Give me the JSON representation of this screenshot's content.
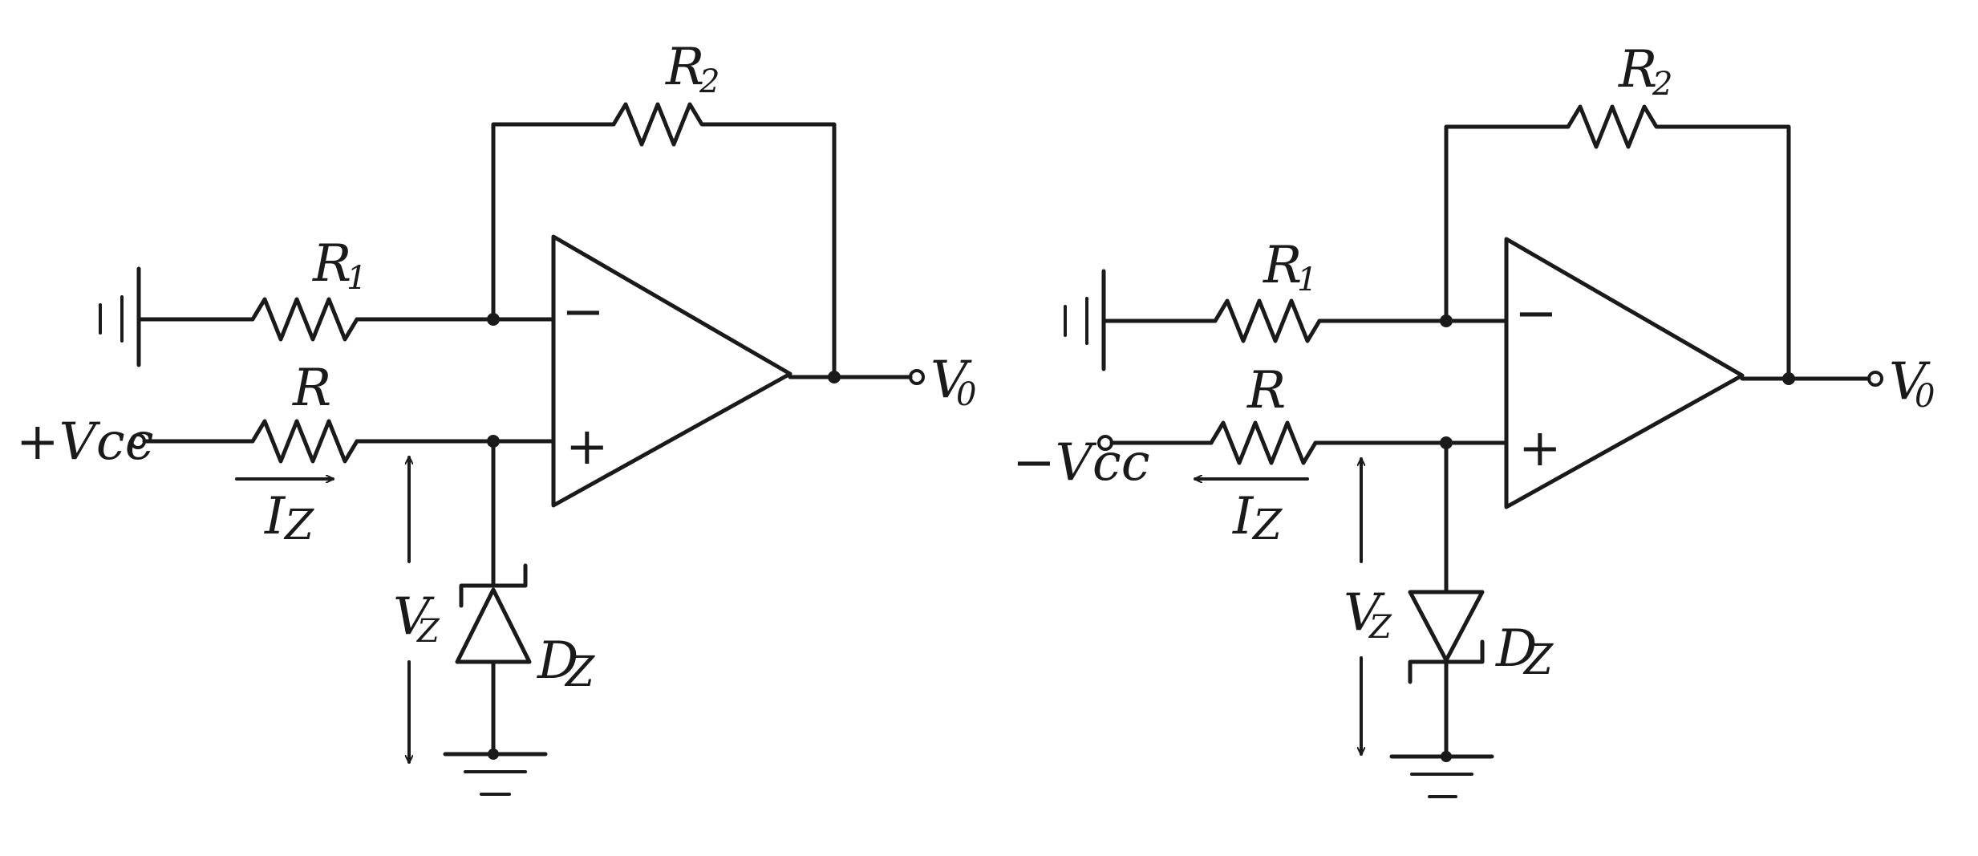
{
  "colors": {
    "ink": "#1a1a1a",
    "paper": "#ffffff"
  },
  "circuits": [
    {
      "id": "positive",
      "labels": {
        "r2": "R",
        "r2_sub": "2",
        "r1": "R",
        "r1_sub": "1",
        "r": "R",
        "supply": "+Vcc",
        "iz": "I",
        "iz_sub": "Z",
        "vz": "V",
        "vz_sub": "Z",
        "dz": "D",
        "dz_sub": "Z",
        "vo": "V",
        "vo_sub": "0",
        "minus": "−",
        "plus": "+"
      }
    },
    {
      "id": "negative",
      "labels": {
        "r2": "R",
        "r2_sub": "2",
        "r1": "R",
        "r1_sub": "1",
        "r": "R",
        "supply": "−Vcc",
        "iz": "I",
        "iz_sub": "Z",
        "vz": "V",
        "vz_sub": "Z",
        "dz": "D",
        "dz_sub": "Z",
        "vo": "V",
        "vo_sub": "0",
        "minus": "−",
        "plus": "+"
      }
    }
  ]
}
